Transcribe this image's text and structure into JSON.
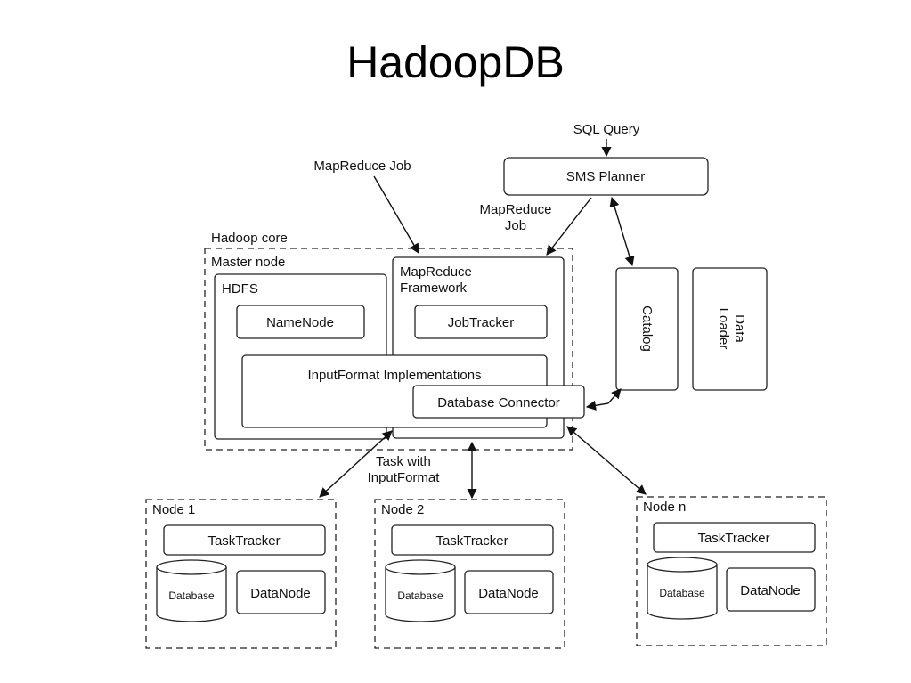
{
  "title": "HadoopDB",
  "labels": {
    "sql_query": "SQL Query",
    "sms_planner": "SMS Planner",
    "mapreduce_job_left": "MapReduce Job",
    "mapreduce_job_right_1": "MapReduce",
    "mapreduce_job_right_2": "Job",
    "hadoop_core": "Hadoop core",
    "master_node": "Master node",
    "hdfs": "HDFS",
    "namenode": "NameNode",
    "mapreduce_framework_1": "MapReduce",
    "mapreduce_framework_2": "Framework",
    "jobtracker": "JobTracker",
    "inputformat_impl": "InputFormat Implementations",
    "database_connector": "Database Connector",
    "catalog": "Catalog",
    "data_loader_1": "Data",
    "data_loader_2": "Loader",
    "task_with_1": "Task with",
    "task_with_2": "InputFormat"
  },
  "nodes": [
    {
      "name": "Node 1",
      "tasktracker": "TaskTracker",
      "database": "Database",
      "datanode": "DataNode"
    },
    {
      "name": "Node 2",
      "tasktracker": "TaskTracker",
      "database": "Database",
      "datanode": "DataNode"
    },
    {
      "name": "Node n",
      "tasktracker": "TaskTracker",
      "database": "Database",
      "datanode": "DataNode"
    }
  ]
}
